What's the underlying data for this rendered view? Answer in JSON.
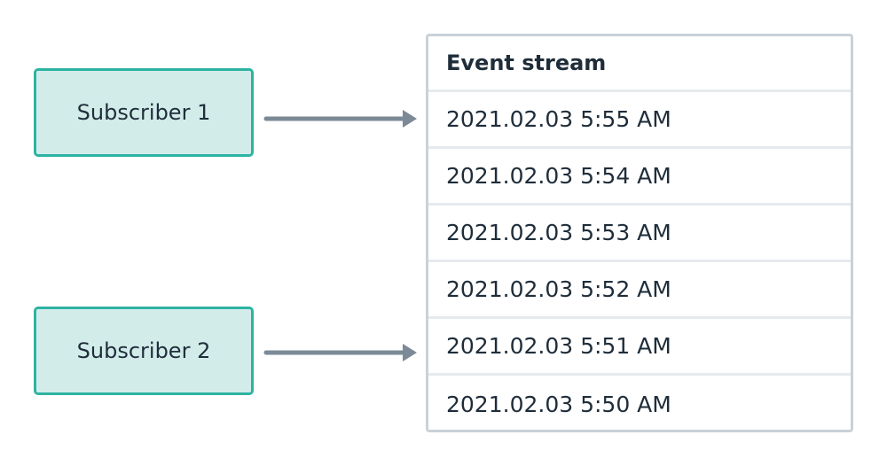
{
  "subscribers": [
    {
      "label": "Subscriber 1"
    },
    {
      "label": "Subscriber 2"
    }
  ],
  "stream": {
    "title": "Event stream",
    "events": [
      "2021.02.03 5:55 AM",
      "2021.02.03 5:54 AM",
      "2021.02.03 5:53 AM",
      "2021.02.03 5:52 AM",
      "2021.02.03 5:51 AM",
      "2021.02.03 5:50 AM"
    ]
  },
  "colors": {
    "subscriber_fill": "#d2ecea",
    "subscriber_border": "#2db3a2",
    "arrow": "#7b8a96",
    "stream_border": "#c9d1d8",
    "row_divider": "#e6eaed",
    "text": "#1f2d3a"
  }
}
